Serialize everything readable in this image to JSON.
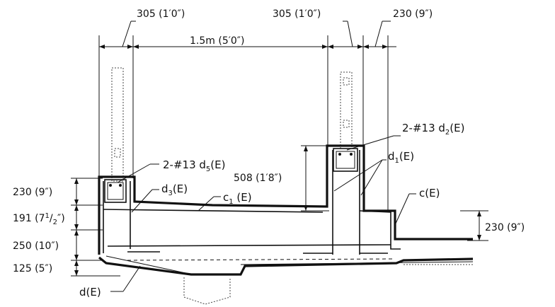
{
  "dimensions": {
    "top_left_wall": "305 (1′0″)",
    "top_span": "1.5m (5′0″)",
    "top_mid_wall": "305 (1′0″)",
    "top_right_wall": "230 (9″)",
    "left_230": "230 (9″)",
    "left_191_main": "191 (7",
    "left_191_num": "1",
    "left_191_den": "2",
    "left_191_close": "″)",
    "left_250": "250 (10″)",
    "left_125": "125 (5″)",
    "curb_508": "508 (1′8″)",
    "right_230": "230 (9″)"
  },
  "callouts": {
    "d5": {
      "main": "2-#13 d",
      "sub": "5",
      "tail": "(E)"
    },
    "d2": {
      "main": "2-#13 d",
      "sub": "2",
      "tail": "(E)"
    },
    "d3": {
      "main": "d",
      "sub": "3",
      "tail": "(E)"
    },
    "c1": {
      "main": "c",
      "sub": "1",
      "tail": " (E)"
    },
    "d1": {
      "main": "d",
      "sub": "1",
      "tail": "(E)"
    },
    "c": {
      "main": "c(E)"
    },
    "d": {
      "main": "d(E)"
    }
  },
  "colors": {
    "ink": "#111111",
    "paper": "#ffffff"
  }
}
